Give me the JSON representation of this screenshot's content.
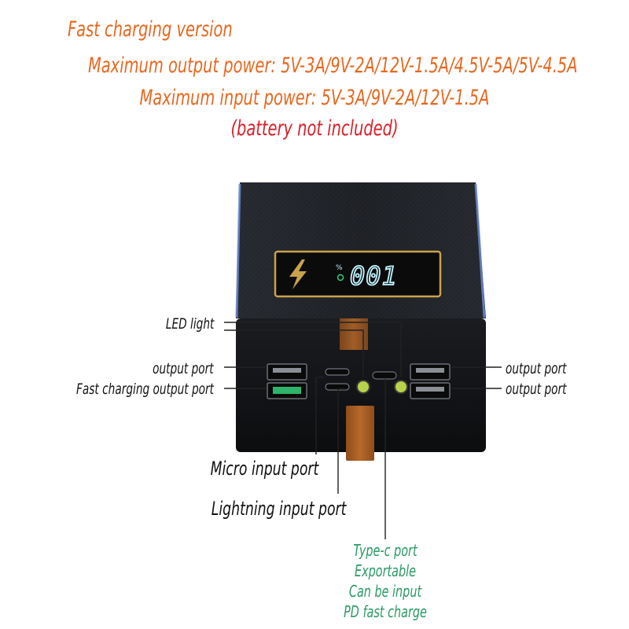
{
  "header": {
    "title": "Fast charging version",
    "max_output": "Maximum output power: 5V-3A/9V-2A/12V-1.5A/4.5V-5A/5V-4.5A",
    "max_input": "Maximum input power: 5V-3A/9V-2A/12V-1.5A",
    "note": "(battery not included)"
  },
  "display": {
    "percent_symbol": "%",
    "reading": "001"
  },
  "callouts": {
    "led_light": "LED light",
    "output_port_left": "output port",
    "fast_output_left": "Fast charging output port",
    "output_port_right_1": "output port",
    "output_port_right_2": "output port",
    "micro_input": "Micro input port",
    "lightning_input": "Lightning input port",
    "typec": [
      "Type-c port",
      "Exportable",
      "Can be input",
      "PD fast charge"
    ]
  },
  "colors": {
    "headline": "#e8671e",
    "note": "#d8202a",
    "typec_text": "#2a9a64",
    "device_body": "#16181c",
    "accent_gold": "#c9a24a",
    "display_cyan": "#bff6ff",
    "fast_port_green": "#2fb36a"
  }
}
